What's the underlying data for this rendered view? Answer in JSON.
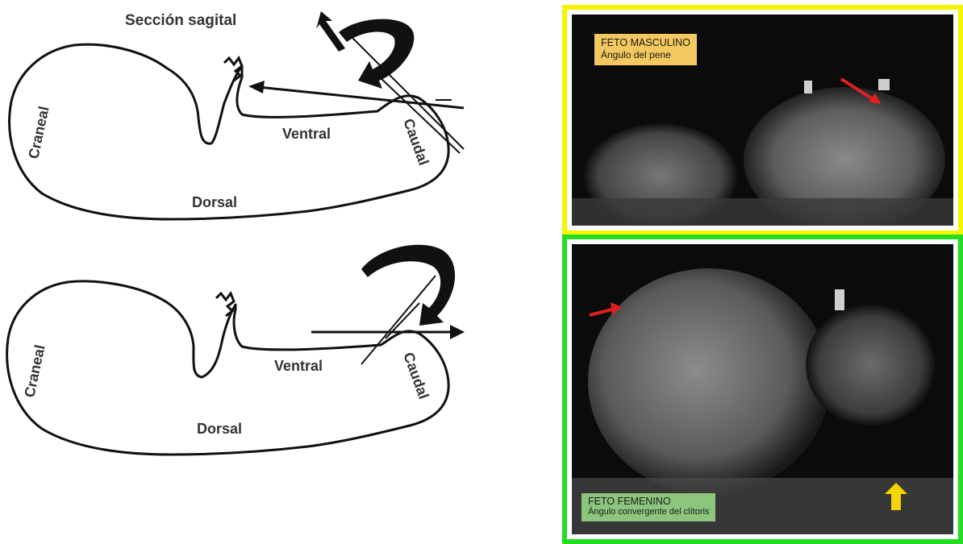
{
  "diagram": {
    "title": "Sección sagital",
    "top": {
      "cranial": "Craneal",
      "ventral": "Ventral",
      "caudal": "Caudal",
      "dorsal": "Dorsal"
    },
    "bottom": {
      "cranial": "Craneal",
      "ventral": "Ventral",
      "caudal": "Caudal",
      "dorsal": "Dorsal"
    }
  },
  "panels": {
    "male": {
      "title": "FETO MASCULINO",
      "subtitle": "Ángulo del pene",
      "border_color": "#f5f500"
    },
    "female": {
      "title": "FETO FEMENINO",
      "subtitle": "Ángulo convergente del clítoris",
      "border_color": "#22dd22"
    }
  }
}
